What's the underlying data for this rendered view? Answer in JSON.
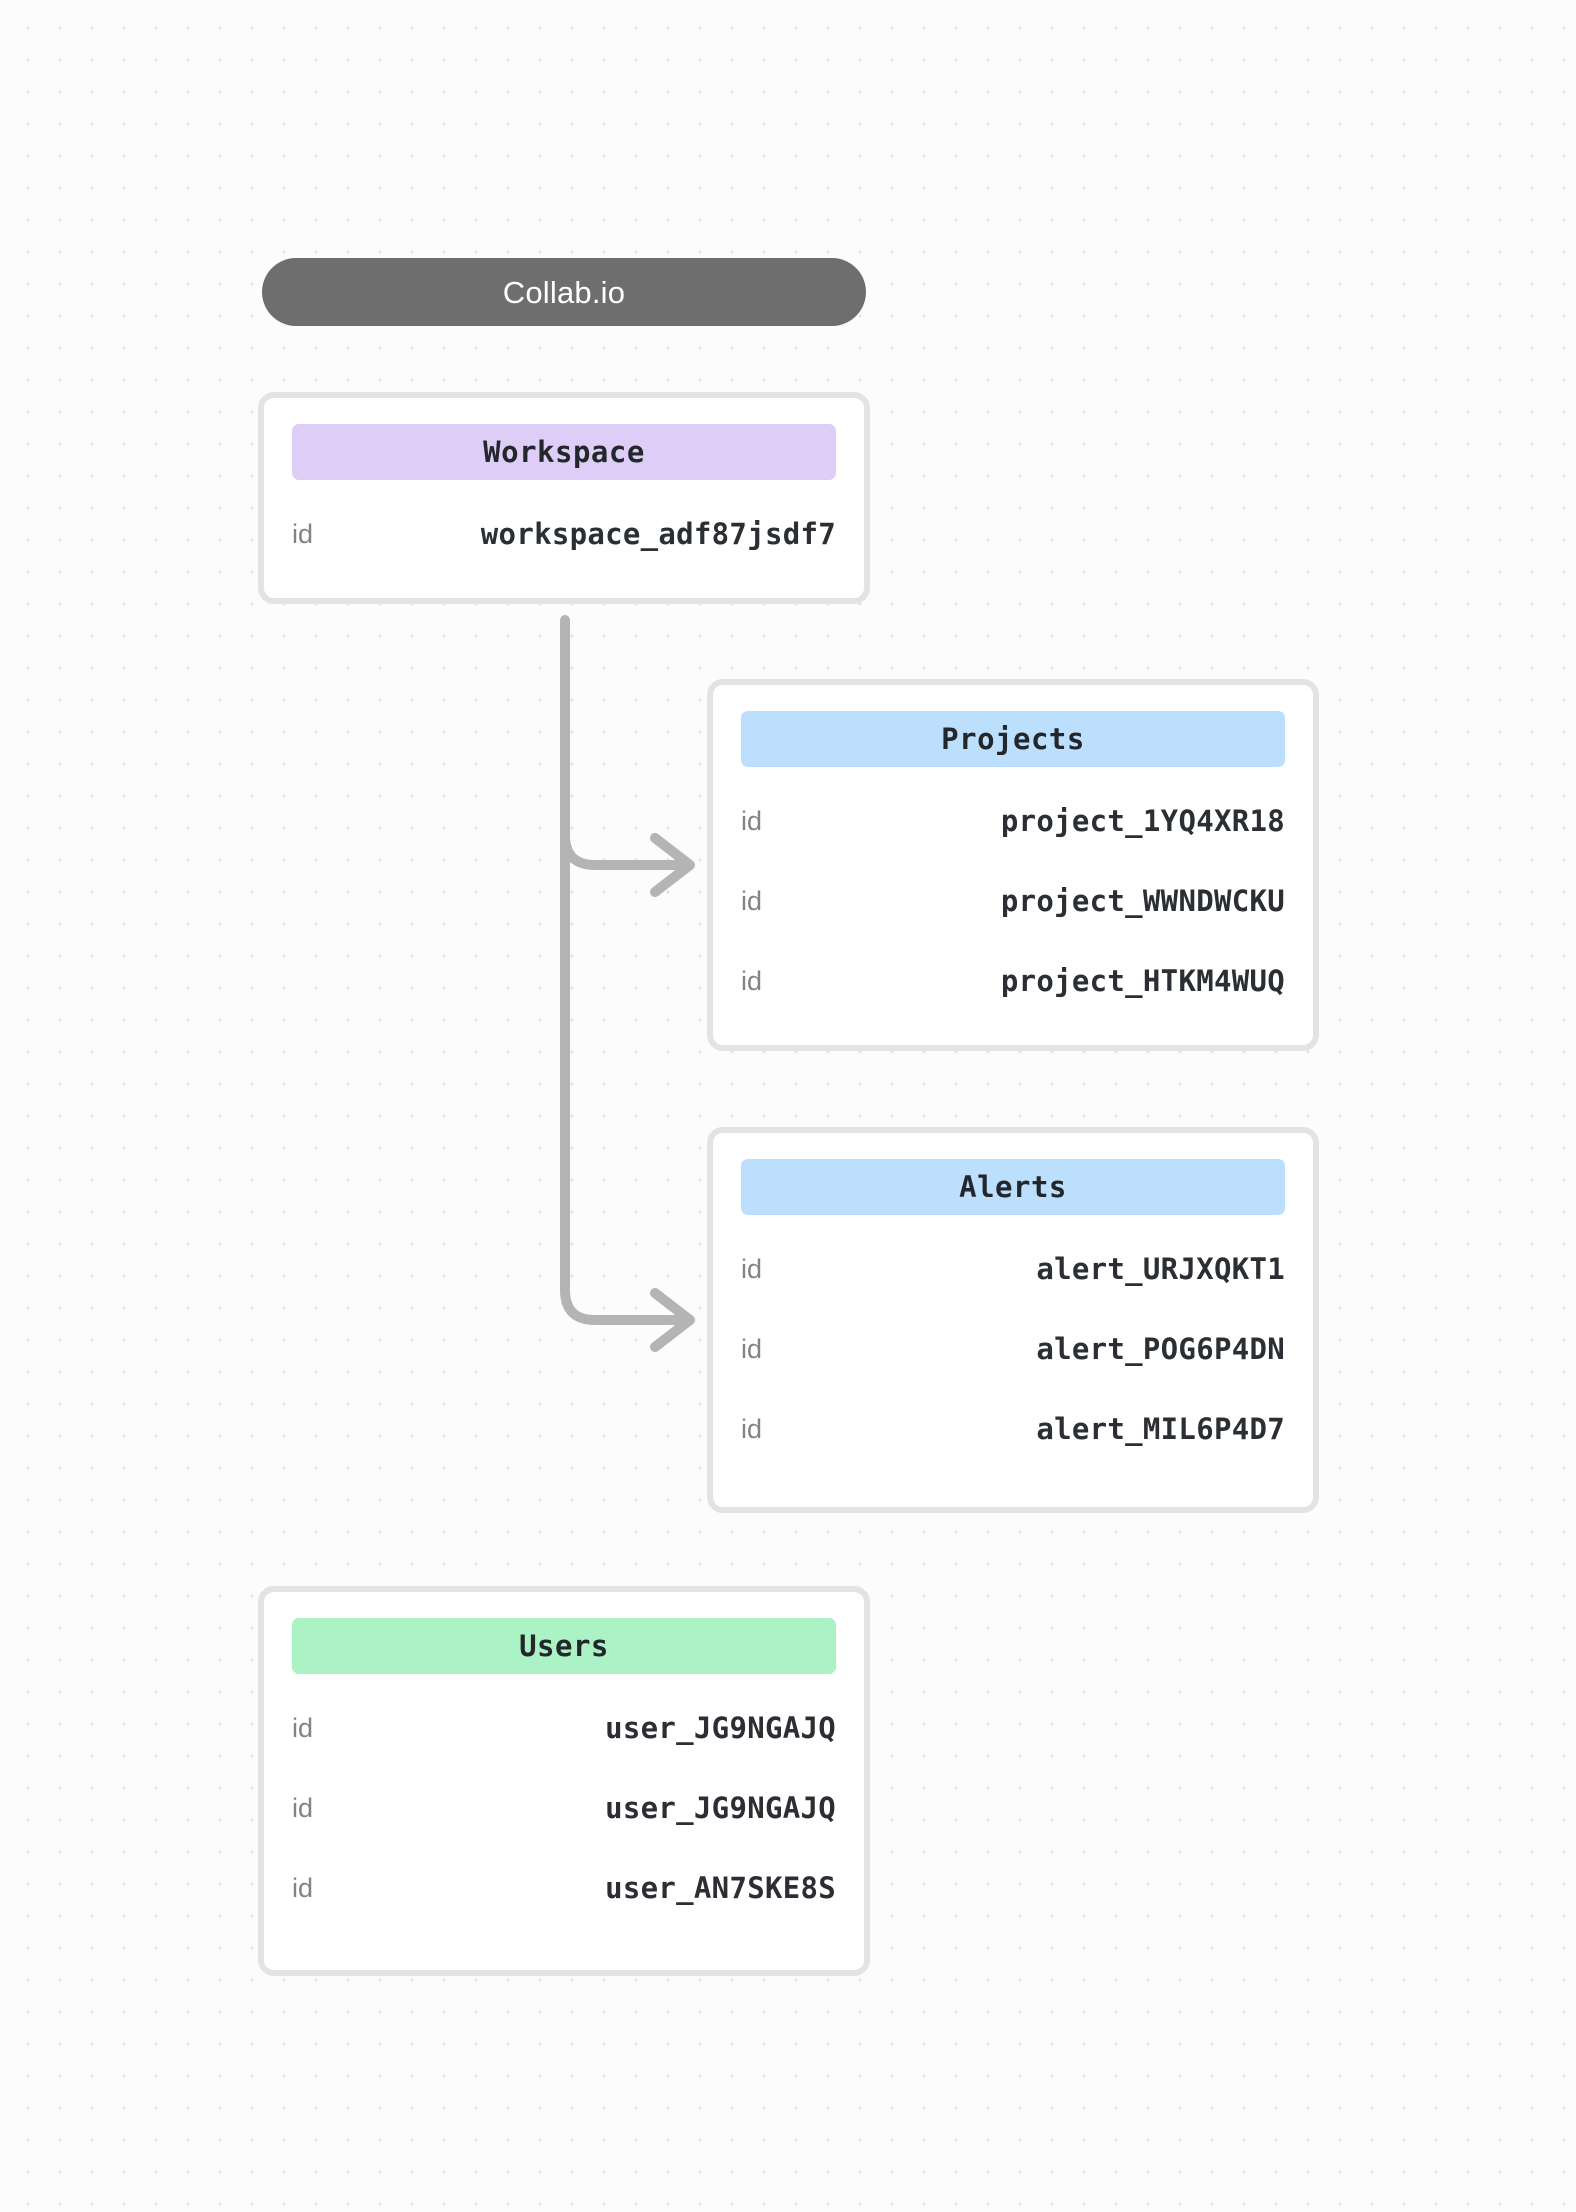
{
  "diagram": {
    "title": "Collab.io",
    "background": {
      "dot_color": "#e4e4e4",
      "canvas_color": "#fcfcfc"
    },
    "colors": {
      "title_pill": "#6e6e6e",
      "card_border": "#e3e3e3",
      "connector": "#b4b4b4",
      "workspace_header": "#ddcdf7",
      "projects_header": "#bcdffd",
      "alerts_header": "#bcdffd",
      "users_header": "#abf2c4",
      "key_text": "#838383",
      "value_text": "#2b2f33"
    },
    "entities": [
      {
        "name": "workspace",
        "header": "Workspace",
        "rows": [
          {
            "key": "id",
            "value": "workspace_adf87jsdf7"
          }
        ]
      },
      {
        "name": "projects",
        "header": "Projects",
        "rows": [
          {
            "key": "id",
            "value": "project_1YQ4XR18"
          },
          {
            "key": "id",
            "value": "project_WWNDWCKU"
          },
          {
            "key": "id",
            "value": "project_HTKM4WUQ"
          }
        ]
      },
      {
        "name": "alerts",
        "header": "Alerts",
        "rows": [
          {
            "key": "id",
            "value": "alert_URJXQKT1"
          },
          {
            "key": "id",
            "value": "alert_POG6P4DN"
          },
          {
            "key": "id",
            "value": "alert_MIL6P4D7"
          }
        ]
      },
      {
        "name": "users",
        "header": "Users",
        "rows": [
          {
            "key": "id",
            "value": "user_JG9NGAJQ"
          },
          {
            "key": "id",
            "value": "user_JG9NGAJQ"
          },
          {
            "key": "id",
            "value": "user_AN7SKE8S"
          }
        ]
      }
    ],
    "connections": [
      {
        "from": "workspace",
        "to": "projects"
      },
      {
        "from": "workspace",
        "to": "alerts"
      }
    ]
  }
}
